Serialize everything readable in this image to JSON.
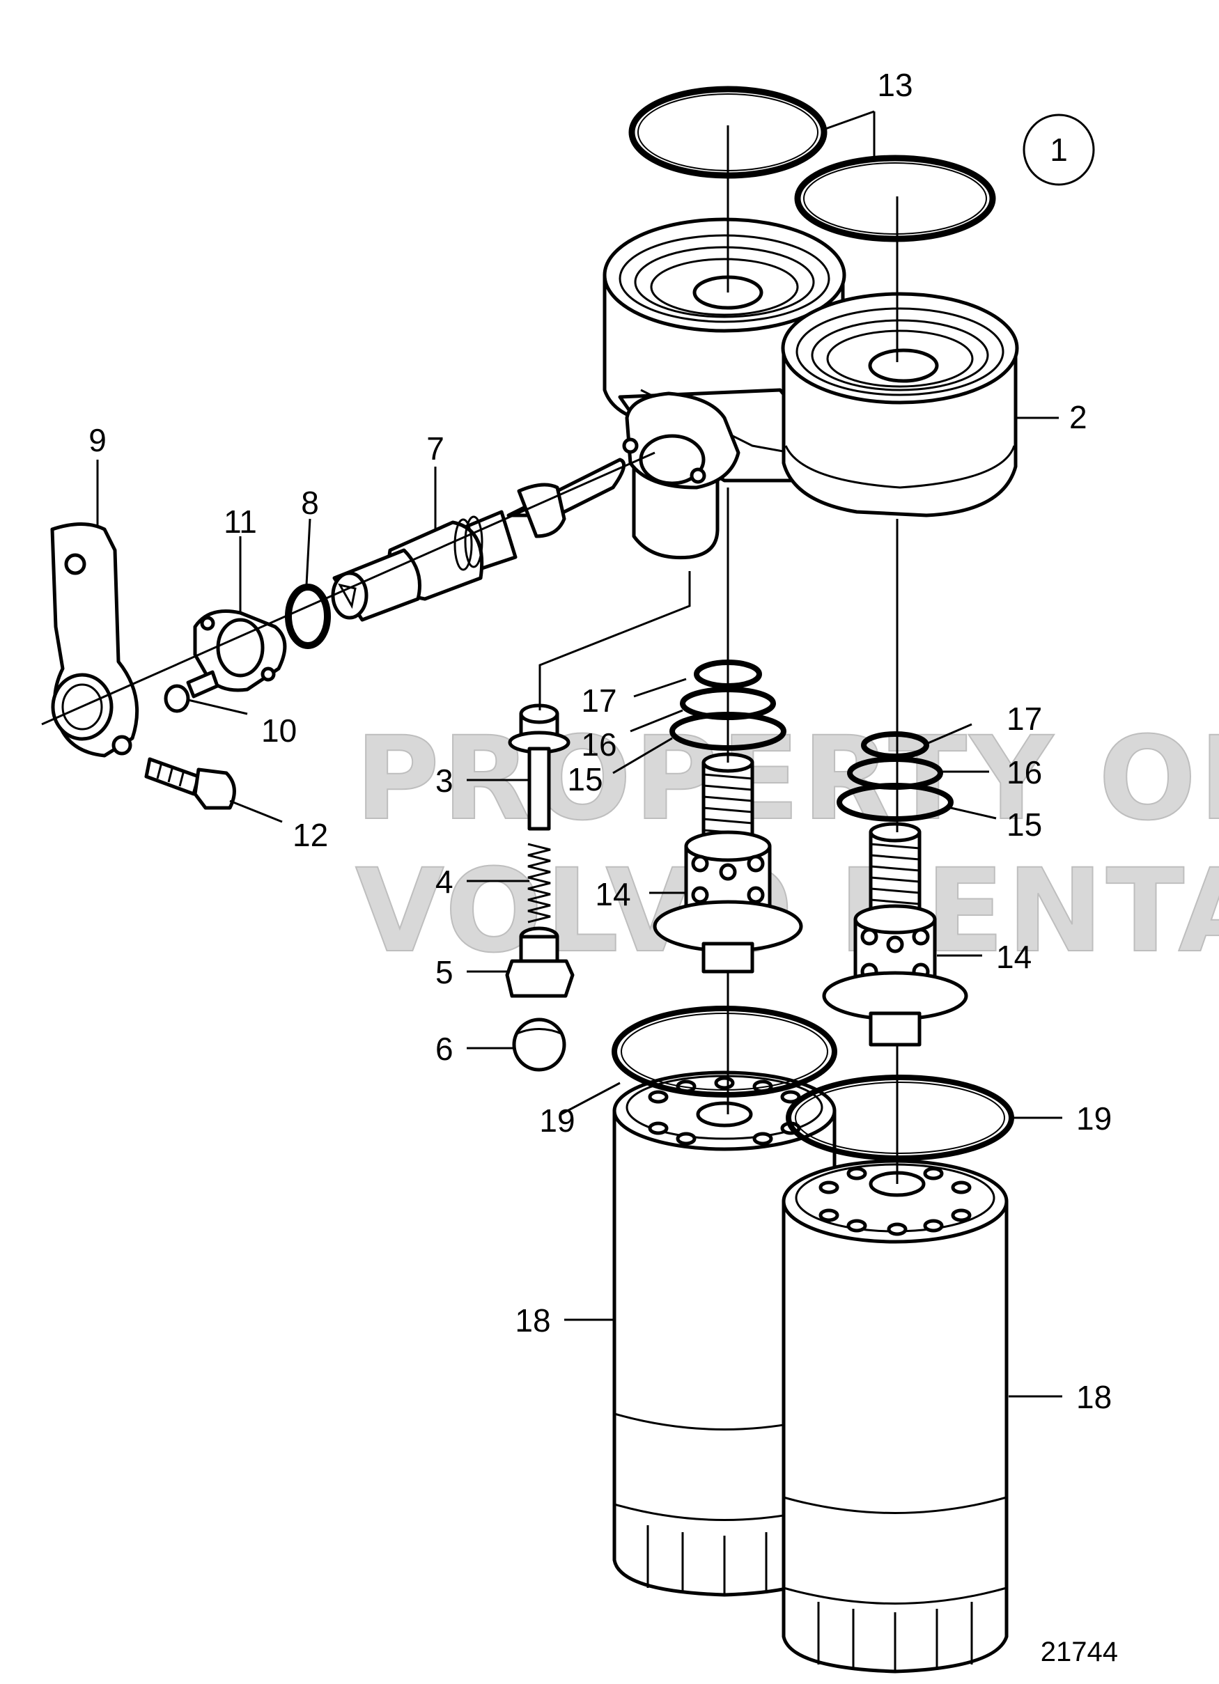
{
  "diagram": {
    "group_number": "1",
    "drawing_number": "21744",
    "watermark": [
      "PROPERTY OF",
      "VOLVO PENTA"
    ],
    "callouts": {
      "c2": "2",
      "c3": "3",
      "c4": "4",
      "c5": "5",
      "c6": "6",
      "c7": "7",
      "c8": "8",
      "c9": "9",
      "c10": "10",
      "c11": "11",
      "c12": "12",
      "c13": "13",
      "c14a": "14",
      "c14b": "14",
      "c15a": "15",
      "c15b": "15",
      "c16a": "16",
      "c16b": "16",
      "c17a": "17",
      "c17b": "17",
      "c18a": "18",
      "c18b": "18",
      "c19a": "19",
      "c19b": "19"
    }
  }
}
